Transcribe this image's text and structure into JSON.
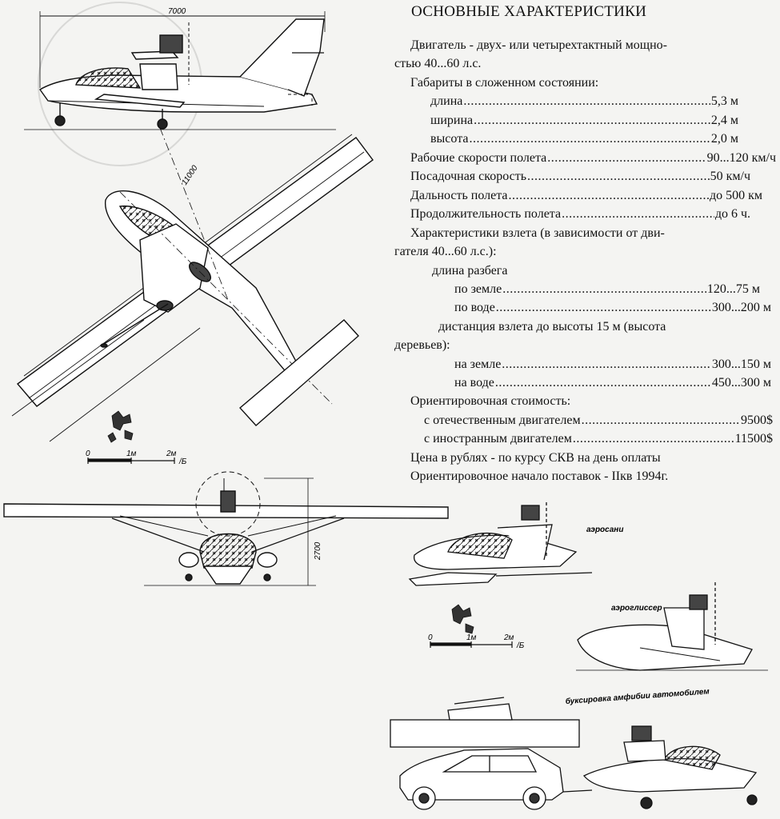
{
  "title": "ОСНОВНЫЕ ХАРАКТЕРИСТИКИ",
  "specs": {
    "engine_line1": "Двигатель - двух- или четырехтактный мощно-",
    "engine_line2": "стью 40...60 л.с.",
    "dims_header": "Габариты   в сложенном состоянии:",
    "length_label": "длина",
    "length_value": "5,3 м",
    "width_label": "ширина",
    "width_value": "2,4 м",
    "height_label": "высота",
    "height_value": "2,0 м",
    "cruise_label": "Рабочие скорости полета",
    "cruise_value": "90...120 км/ч",
    "landing_label": "Посадочная скорость",
    "landing_value": "50 км/ч",
    "range_label": "Дальность  полета",
    "range_value": "до 500 км",
    "endurance_label": "Продолжительность  полета",
    "endurance_value": "до 6 ч.",
    "takeoff_line1": "Характеристики взлета (в зависимости от дви-",
    "takeoff_line2": "гателя 40...60 л.с.):",
    "run_header": "длина разбега",
    "run_ground_label": "по земле",
    "run_ground_value": "120...75 м",
    "run_water_label": "по воде",
    "run_water_value": "300...200 м",
    "distance_line1": "дистанция взлета до высоты 15 м (высота",
    "distance_line2": "деревьев):",
    "dist_ground_label": "на земле",
    "dist_ground_value": "300...150 м",
    "dist_water_label": "на воде",
    "dist_water_value": "450...300 м",
    "cost_header": "Ориентировочная стоимость:",
    "cost_domestic_label": "с отечественным двигателем",
    "cost_domestic_value": "9500$",
    "cost_foreign_label": "с иностранным двигателем",
    "cost_foreign_value": "11500$",
    "price_rub": "Цена в рублях - по курсу СКВ на день оплаты",
    "delivery": "Ориентировочное начало поставок - IIкв 1994г."
  },
  "drawing_labels": {
    "length_dim": "7000",
    "span_dim": "11000",
    "height_dim": "2700",
    "scale_0": "0",
    "scale_1": "1м",
    "scale_2": "2м",
    "scale_mark": "/Б",
    "aerosani": "аэросани",
    "aeroglisser": "аэроглиссер",
    "towing": "буксировка  амфибии  автомобилем"
  }
}
